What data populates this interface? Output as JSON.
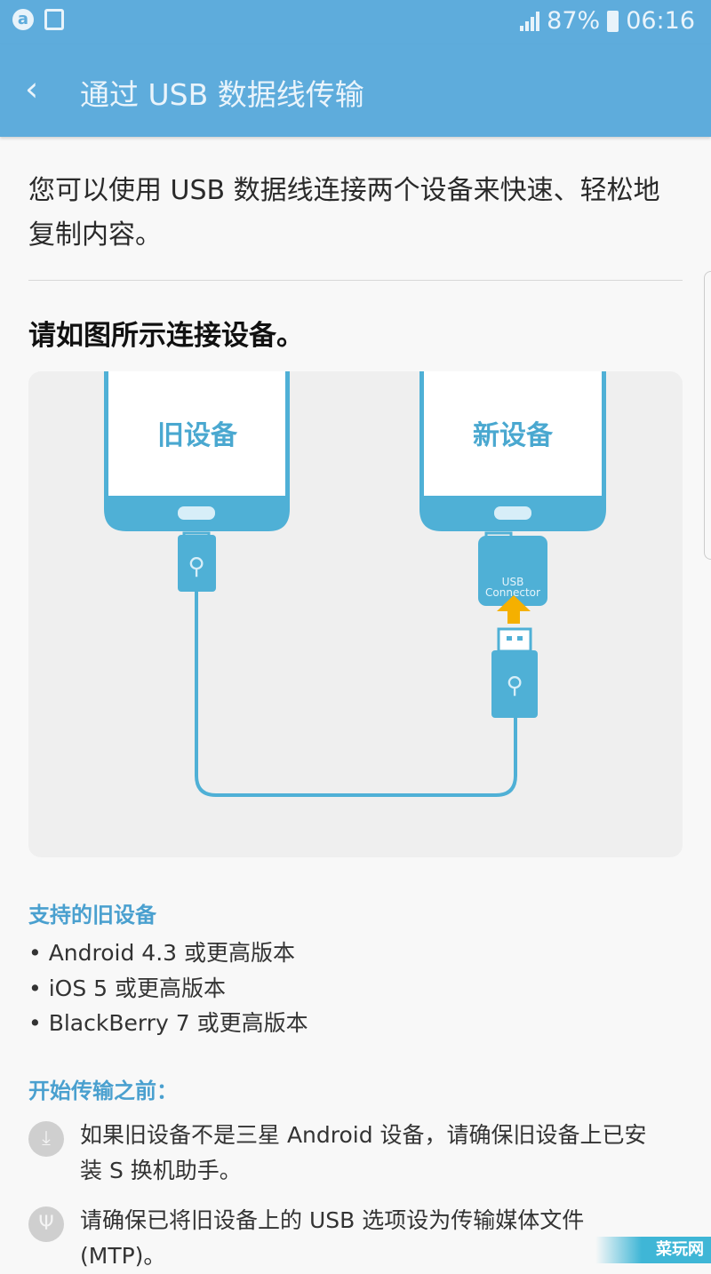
{
  "status_bar": {
    "battery": "87%",
    "time": "06:16",
    "icons": [
      "app-a-icon",
      "gallery-icon",
      "signal-icon",
      "battery-icon"
    ]
  },
  "app_bar": {
    "title": "通过 USB 数据线传输",
    "back_icon": "chevron-left-icon"
  },
  "intro": "您可以使用 USB 数据线连接两个设备来快速、轻松地复制内容。",
  "instruction": "请如图所示连接设备。",
  "diagram": {
    "old_device": "旧设备",
    "new_device": "新设备",
    "connector_line1": "USB",
    "connector_line2": "Connector"
  },
  "supported": {
    "title": "支持的旧设备",
    "items": [
      "• Android 4.3 或更高版本",
      "• iOS 5 或更高版本",
      "• BlackBerry 7 或更高版本"
    ]
  },
  "before": {
    "title": "开始传输之前：",
    "steps": [
      {
        "icon": "download-icon",
        "text": "如果旧设备不是三星 Android 设备，请确保旧设备上已安装 S 换机助手。"
      },
      {
        "icon": "usb-icon",
        "text": "请确保已将旧设备上的 USB 选项设为传输媒体文件 (MTP)。"
      }
    ]
  },
  "watermark": "菜玩网",
  "colors": {
    "primary": "#5eacdc",
    "accent": "#4aa0cf",
    "diagram_blue": "#4fb0d6",
    "arrow": "#f5b000"
  }
}
